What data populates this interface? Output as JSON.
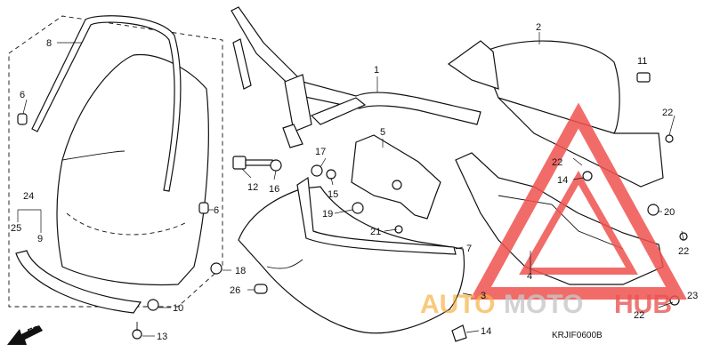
{
  "part_labels": {
    "p1": "1",
    "p2": "2",
    "p3": "3",
    "p4": "4",
    "p5": "5",
    "p6a": "6",
    "p6b": "6",
    "p7": "7",
    "p8": "8",
    "p9": "9",
    "p10": "10",
    "p11": "11",
    "p12": "12",
    "p13": "13",
    "p14a": "14",
    "p14b": "14",
    "p15": "15",
    "p16": "16",
    "p17": "17",
    "p18": "18",
    "p19": "19",
    "p20": "20",
    "p21": "21",
    "p22a": "22",
    "p22b": "22",
    "p22c": "22",
    "p22d": "22",
    "p23": "23",
    "p24": "24",
    "p25": "25",
    "p26": "26"
  },
  "front_indicator": "FR.",
  "diagram_code": "KRJIF0600B",
  "watermark": {
    "text_orange": "AUTO",
    "text_gray": "MOTO",
    "text_red": "HUB",
    "colors": {
      "orange": "#f5a623",
      "gray": "#bdbdbd",
      "red": "#e53935"
    }
  },
  "colors": {
    "line": "#111111",
    "watermark_triangle": "#ef5350"
  }
}
